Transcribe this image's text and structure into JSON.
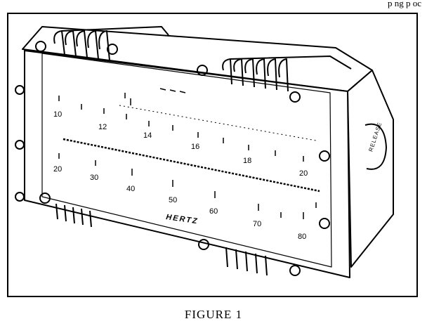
{
  "header": {
    "partial_text": "p  ng  p  oc"
  },
  "figure": {
    "caption": "FIGURE 1",
    "brand_label": "HERTZ",
    "side_button_label": "RELEASE",
    "upper_scale": {
      "labels": [
        "10",
        "12",
        "14",
        "16",
        "18",
        "20"
      ]
    },
    "lower_scale": {
      "labels": [
        "20",
        "30",
        "40",
        "50",
        "60",
        "70",
        "80"
      ]
    }
  },
  "colors": {
    "ink": "#000000",
    "paper": "#ffffff"
  }
}
